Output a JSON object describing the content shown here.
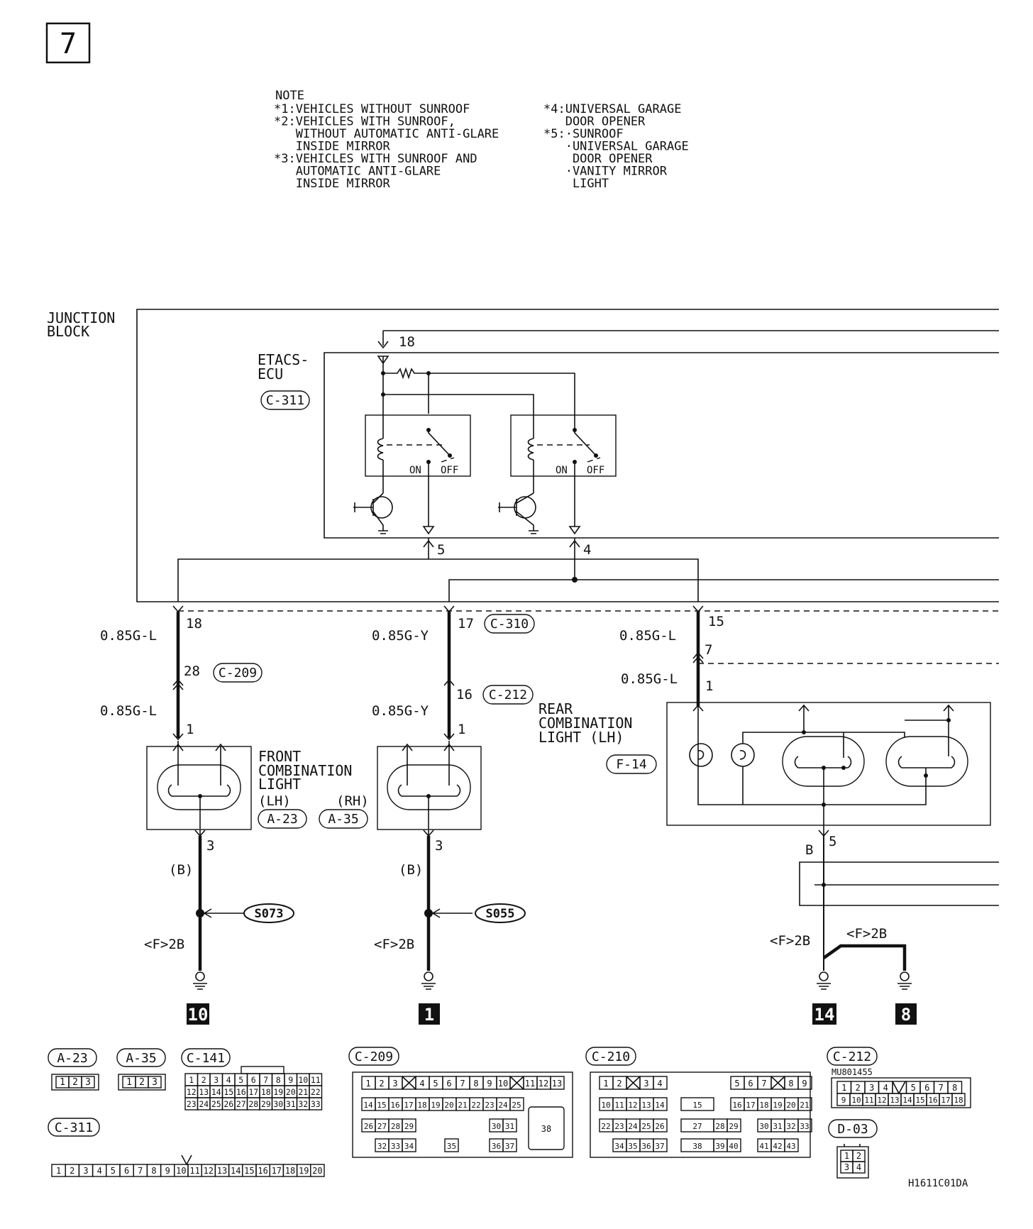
{
  "page_number": "7",
  "notes": {
    "heading": "NOTE",
    "left": [
      "*1:VEHICLES WITHOUT SUNROOF",
      "*2:VEHICLES WITH SUNROOF,",
      "   WITHOUT AUTOMATIC ANTI-GLARE",
      "   INSIDE MIRROR",
      "*3:VEHICLES WITH SUNROOF AND",
      "   AUTOMATIC ANTI-GLARE",
      "   INSIDE MIRROR"
    ],
    "right": [
      "*4:UNIVERSAL GARAGE",
      "   DOOR OPENER",
      "*5:·SUNROOF",
      "   ·UNIVERSAL GARAGE",
      "    DOOR OPENER",
      "   ·VANITY MIRROR",
      "    LIGHT"
    ]
  },
  "junction_block": {
    "line1": "JUNCTION",
    "line2": "BLOCK"
  },
  "etacs": {
    "line1": "ETACS-",
    "line2": "ECU",
    "connector": "C-311"
  },
  "pins": {
    "p18_top": "18",
    "p5": "5",
    "p4": "4",
    "on1": "ON",
    "off1": "OFF",
    "on2": "ON",
    "off2": "OFF",
    "left_18": "18",
    "left_28": "28",
    "left_1": "1",
    "left_3": "3",
    "mid_17": "17",
    "mid_16": "16",
    "mid_1": "1",
    "mid_3": "3",
    "right_15": "15",
    "right_7": "7",
    "right_1": "1",
    "right_5": "5"
  },
  "wires": {
    "left_upper": "0.85G-L",
    "left_lower": "0.85G-L",
    "mid_upper": "0.85G-Y",
    "mid_lower": "0.85G-Y",
    "right_upper": "0.85G-L",
    "right_lower": "0.85G-L",
    "left_b": "(B)",
    "mid_b": "(B)",
    "right_b": "B",
    "left_ground": "<F>2B",
    "mid_ground": "<F>2B",
    "right_ground1": "<F>2B",
    "right_ground2": "<F>2B"
  },
  "connectors": {
    "c209": "C-209",
    "c310": "C-310",
    "c212": "C-212",
    "a23": "A-23",
    "a35": "A-35",
    "f14": "F-14"
  },
  "components": {
    "front_light": [
      "FRONT",
      "COMBINATION",
      "LIGHT"
    ],
    "front_lh": "(LH)",
    "front_rh": "(RH)",
    "rear_light": [
      "REAR",
      "COMBINATION",
      "LIGHT (LH)"
    ]
  },
  "splices": {
    "s073": "S073",
    "s055": "S055"
  },
  "grounds": {
    "g10": "10",
    "g1": "1",
    "g14": "14",
    "g8": "8"
  },
  "connector_views": {
    "a23": {
      "label": "A-23",
      "pins": [
        "1",
        "2",
        "3"
      ]
    },
    "a35": {
      "label": "A-35",
      "pins": [
        "1",
        "2",
        "3"
      ]
    },
    "c141": {
      "label": "C-141",
      "row1": [
        "1",
        "2",
        "3",
        "4",
        "5",
        "6",
        "7",
        "8",
        "9",
        "10",
        "11"
      ],
      "row2": [
        "12",
        "13",
        "14",
        "15",
        "16",
        "17",
        "18",
        "19",
        "20",
        "21",
        "22"
      ],
      "row3": [
        "23",
        "24",
        "25",
        "26",
        "27",
        "28",
        "29",
        "30",
        "31",
        "32",
        "33"
      ]
    },
    "c209": {
      "label": "C-209"
    },
    "c210": {
      "label": "C-210"
    },
    "c212": {
      "label": "C-212",
      "part": "MU801455",
      "row1": [
        "1",
        "2",
        "3",
        "4",
        "",
        "5",
        "6",
        "7",
        "8"
      ],
      "row2": [
        "9",
        "10",
        "11",
        "12",
        "13",
        "14",
        "15",
        "16",
        "17",
        "18"
      ]
    },
    "c311": {
      "label": "C-311",
      "pins": [
        "1",
        "2",
        "3",
        "4",
        "5",
        "6",
        "7",
        "8",
        "9",
        "10",
        "11",
        "12",
        "13",
        "14",
        "15",
        "16",
        "17",
        "18",
        "19",
        "20"
      ]
    },
    "d03": {
      "label": "D-03",
      "pins": [
        "1",
        "2",
        "3",
        "4"
      ]
    }
  },
  "figure_code": "H1611C01DA"
}
